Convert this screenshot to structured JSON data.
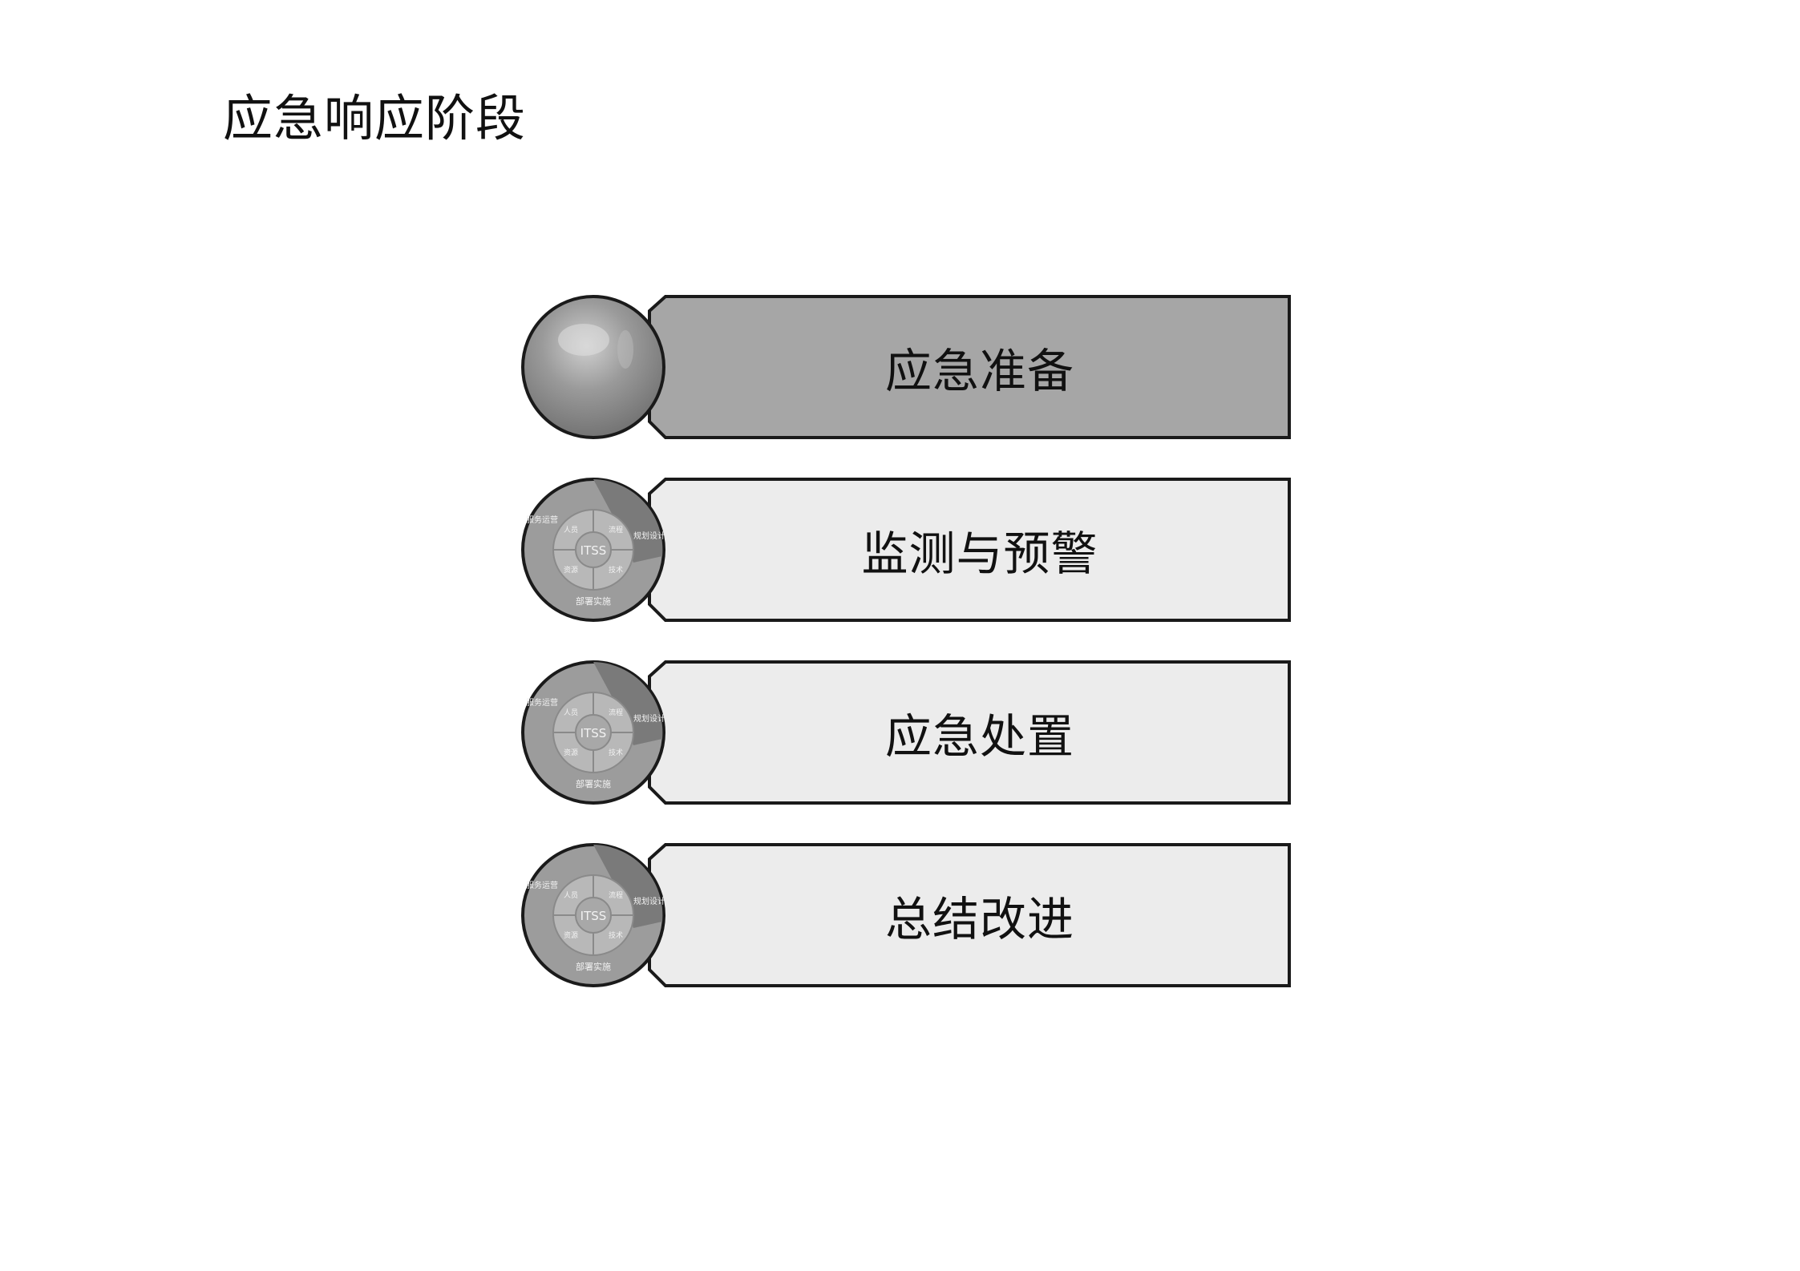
{
  "page": {
    "title": "应急响应阶段"
  },
  "stages": [
    {
      "label": "应急准备",
      "active": true
    },
    {
      "label": "监测与预警",
      "active": false
    },
    {
      "label": "应急处置",
      "active": false
    },
    {
      "label": "总结改进",
      "active": false
    }
  ],
  "emblem": {
    "center": "ITSS",
    "ring": [
      "人员",
      "流程",
      "资源",
      "技术"
    ],
    "outer": [
      "服务运营",
      "规划设计",
      "部署实施"
    ]
  },
  "colors": {
    "active_fill": "#a6a6a6",
    "inactive_fill": "#ececec",
    "outline": "#1a1a1a"
  }
}
